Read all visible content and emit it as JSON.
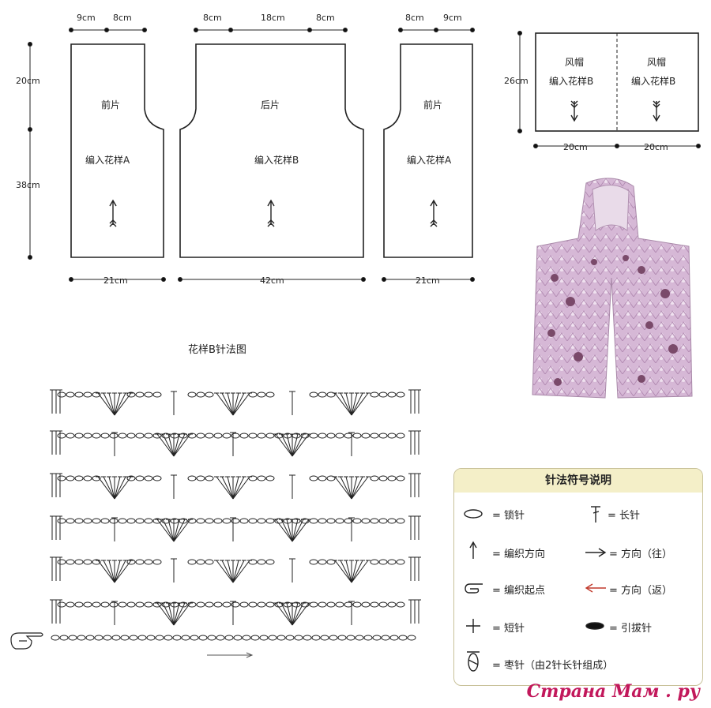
{
  "dimensions": {
    "front_left_top": [
      "9cm",
      "8cm"
    ],
    "back_top": [
      "8cm",
      "18cm",
      "8cm"
    ],
    "front_right_top": [
      "8cm",
      "9cm"
    ],
    "left_side": [
      "20cm",
      "38cm"
    ],
    "front_bottom": "21cm",
    "back_bottom": "42cm",
    "hood_height": "26cm",
    "hood_bottom": [
      "20cm",
      "20cm"
    ]
  },
  "pieces": {
    "front_left": {
      "name": "前片",
      "pattern": "编入花样A"
    },
    "back": {
      "name": "后片",
      "pattern": "编入花样B"
    },
    "front_right": {
      "name": "前片",
      "pattern": "编入花样A"
    },
    "hood_left": {
      "name": "风帽",
      "pattern": "编入花样B"
    },
    "hood_right": {
      "name": "风帽",
      "pattern": "编入花样B"
    }
  },
  "chart_title": "花样B针法图",
  "legend": {
    "title": "针法符号说明",
    "items": [
      {
        "symbol": "chain-oval-icon",
        "text": "= 锁针"
      },
      {
        "symbol": "double-crochet-icon",
        "text": "= 长针"
      },
      {
        "symbol": "up-arrow-icon",
        "text": "= 编织方向"
      },
      {
        "symbol": "right-arrow-icon",
        "text": "= 方向（往）"
      },
      {
        "symbol": "pointing-hand-icon",
        "text": "= 编织起点"
      },
      {
        "symbol": "left-arrow-red-icon",
        "text": "= 方向（返）"
      },
      {
        "symbol": "cross-icon",
        "text": "= 短针"
      },
      {
        "symbol": "slip-stitch-icon",
        "text": "= 引拔针"
      },
      {
        "symbol": "bobble-icon",
        "text": "= 枣针（由2针长针组成）"
      }
    ]
  },
  "watermark": "Страна Мам . ру",
  "colors": {
    "vest": "#c9a6c9",
    "legend_header": "#f4efc8",
    "red_arrow": "#c0392b",
    "watermark": "#c2185b"
  }
}
